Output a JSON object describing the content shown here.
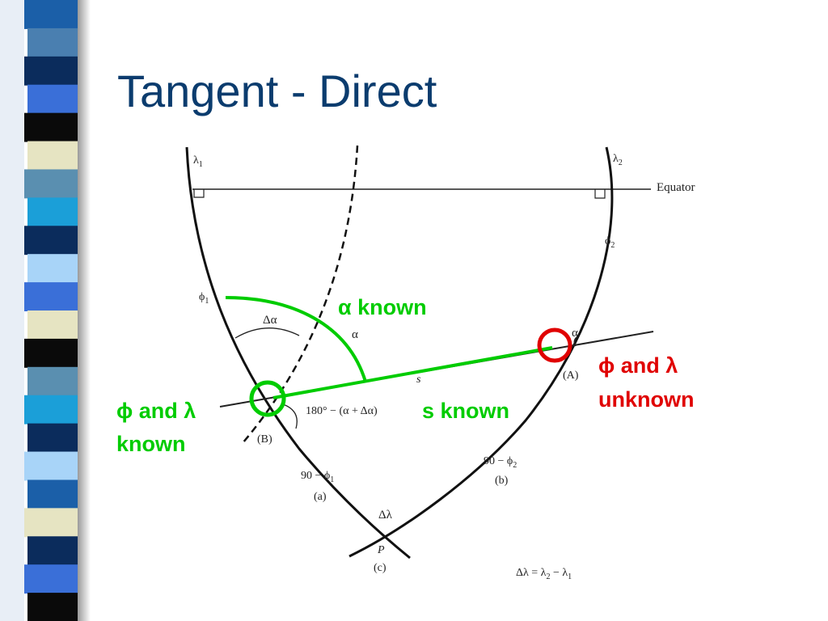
{
  "slide": {
    "title": "Tangent - Direct"
  },
  "diagram": {
    "labels": {
      "lambda1": "λ",
      "lambda1_sub": "1",
      "lambda2": "λ",
      "lambda2_sub": "2",
      "equator": "Equator",
      "phi1": "ϕ",
      "phi1_sub": "1",
      "phi2": "ϕ",
      "phi2_sub": "2",
      "delta_alpha": "Δα",
      "alpha_left": "α",
      "alpha_right": "α",
      "s": "s",
      "A": "(A)",
      "B": "(B)",
      "angle_180": "180° − (α + Δα)",
      "ninety_phi1": "90 − ϕ",
      "ninety_phi1_sub": "1",
      "a": "(a)",
      "ninety_phi2": "90 − ϕ",
      "ninety_phi2_sub": "2",
      "b": "(b)",
      "delta_lambda": "Δλ",
      "P": "P",
      "c": "(c)",
      "formula": "Δλ = λ",
      "formula_sub2": "2",
      "formula_mid": " − λ",
      "formula_sub1": "1"
    }
  },
  "annotations": {
    "alpha_known": "α known",
    "phi_lambda_unknown_line1": "ϕ and λ",
    "phi_lambda_unknown_line2": "unknown",
    "phi_lambda_known_line1": "ϕ and λ",
    "phi_lambda_known_line2": "known",
    "s_known": "s known"
  },
  "colors": {
    "known": "#00cc00",
    "unknown": "#e00000",
    "title": "#0b3c6e"
  }
}
